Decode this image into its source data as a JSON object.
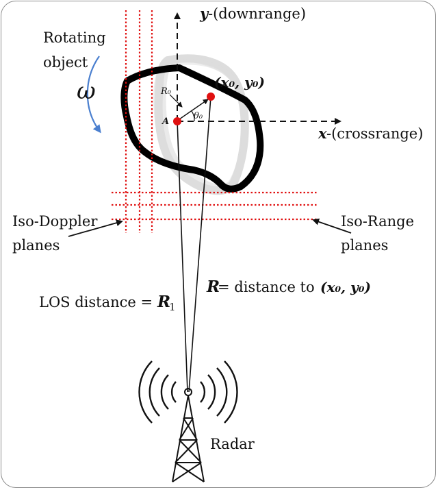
{
  "labels": {
    "rotating_object": [
      "Rotating",
      "object"
    ],
    "omega": "ω",
    "y_axis_var": "y",
    "y_axis_text": "-(downrange)",
    "x_axis_var": "x",
    "x_axis_text": "-(crossrange)",
    "point_coord": "(x₀, y₀)",
    "r0": "R₀",
    "theta0": "θ₀",
    "a": "A",
    "iso_doppler": [
      "Iso-Doppler",
      "planes"
    ],
    "iso_range": [
      "Iso-Range",
      "planes"
    ],
    "r_var": "R",
    "r_text": " = distance to ",
    "r_point": "(x₀, y₀)",
    "los_text": "LOS distance = ",
    "los_var": "R",
    "los_sub": "1",
    "radar": "Radar"
  },
  "colors": {
    "object_outline": "#000000",
    "motion_blur": "#c8c8c8",
    "iso_lines": "#e01010",
    "point": "#e01010",
    "omega_arrow": "#4a7fcf"
  }
}
